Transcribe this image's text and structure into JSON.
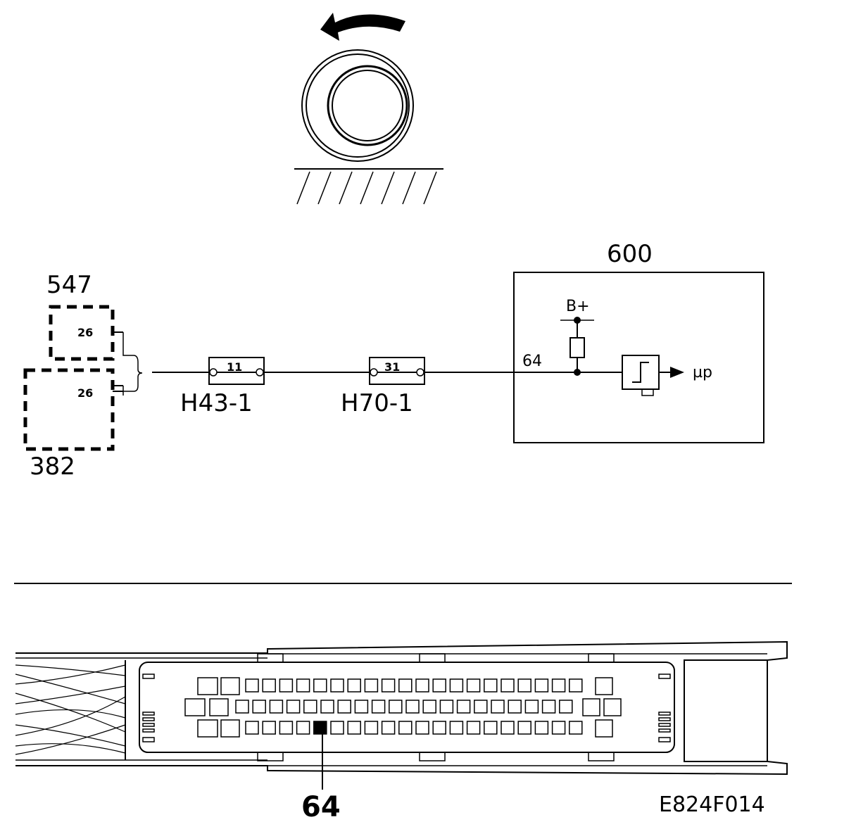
{
  "modules": {
    "m547": "547",
    "m382": "382",
    "m600": "600"
  },
  "pins": {
    "p547": "26",
    "p382": "26",
    "ecu_input": "64"
  },
  "connectors": [
    {
      "name": "H43-1",
      "pin": "11"
    },
    {
      "name": "H70-1",
      "pin": "31"
    }
  ],
  "supply": "B+",
  "output": "µp",
  "connector_view": {
    "highlight_pin": "64",
    "rows": 3
  },
  "figure_ref": "E824F014"
}
